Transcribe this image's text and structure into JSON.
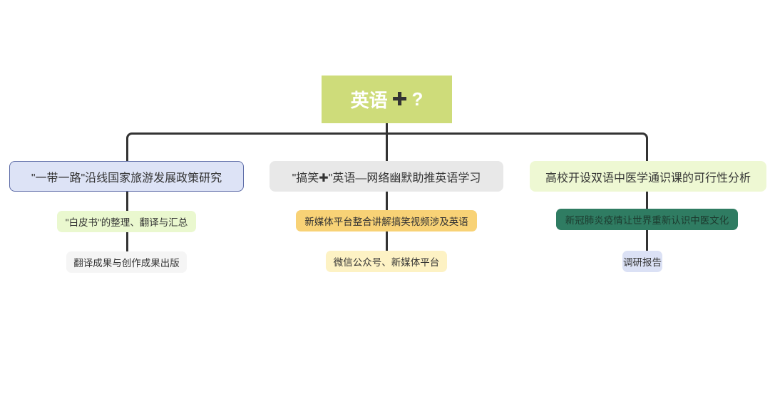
{
  "root": {
    "part1": "英语",
    "plus": "✚",
    "part2": "?"
  },
  "branches": [
    {
      "label": "\"一带一路\"沿线国家旅游发展政策研究",
      "children": [
        "\"白皮书\"的整理、翻译与汇总",
        "翻译成果与创作成果出版"
      ]
    },
    {
      "label": "\"搞笑✚\"英语—网络幽默助推英语学习",
      "children": [
        "新媒体平台整合讲解搞笑视频涉及英语",
        "微信公众号、新媒体平台"
      ]
    },
    {
      "label": "高校开设双语中医学通识课的可行性分析",
      "children": [
        "新冠肺炎疫情让世界重新认识中医文化",
        "调研报告"
      ]
    }
  ],
  "colors": {
    "root": "#cedc7a",
    "connector": "#333333"
  }
}
